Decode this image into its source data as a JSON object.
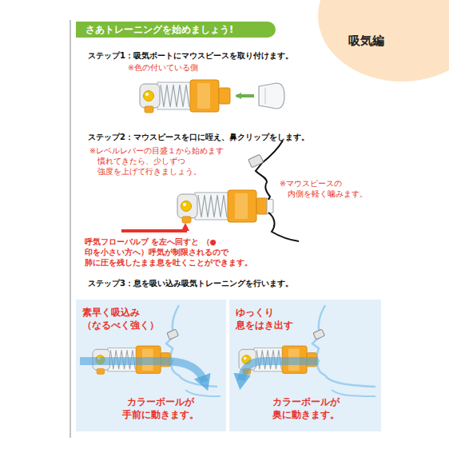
{
  "diagram": {
    "title": "さあトレーニングを始めましょう!",
    "nodes": [
      {
        "text": [
          "吸気編"
        ]
      },
      {
        "text": [
          "素早く吸込み （なるべく強く）",
          "カラーボールが 手前に動きます。"
        ]
      },
      {
        "text": [
          "ゆっくり 息をはき出す",
          "カラーボールが 奥に動きます。"
        ]
      }
    ],
    "labels": [
      "ステップ1：吸気ポートにマウスピースを取り付けます。",
      "※色の付いている側",
      "ステップ2：マウスピースを口に咥え、鼻クリップをします。",
      "※レベルレバーの目盛１から始めます 慣れてきたら、少しずつ 強度を上げて行きましょう。",
      "※マウスピースの 内側を軽く噛みます。",
      "呼気フローバルブ を左へ回すと （●印を小さい方へ）呼気が制限されるので 肺に圧を残したまま息を吐くことができます。",
      "ステップ3：息を吸い込み吸気トレーニングを行います。"
    ]
  }
}
